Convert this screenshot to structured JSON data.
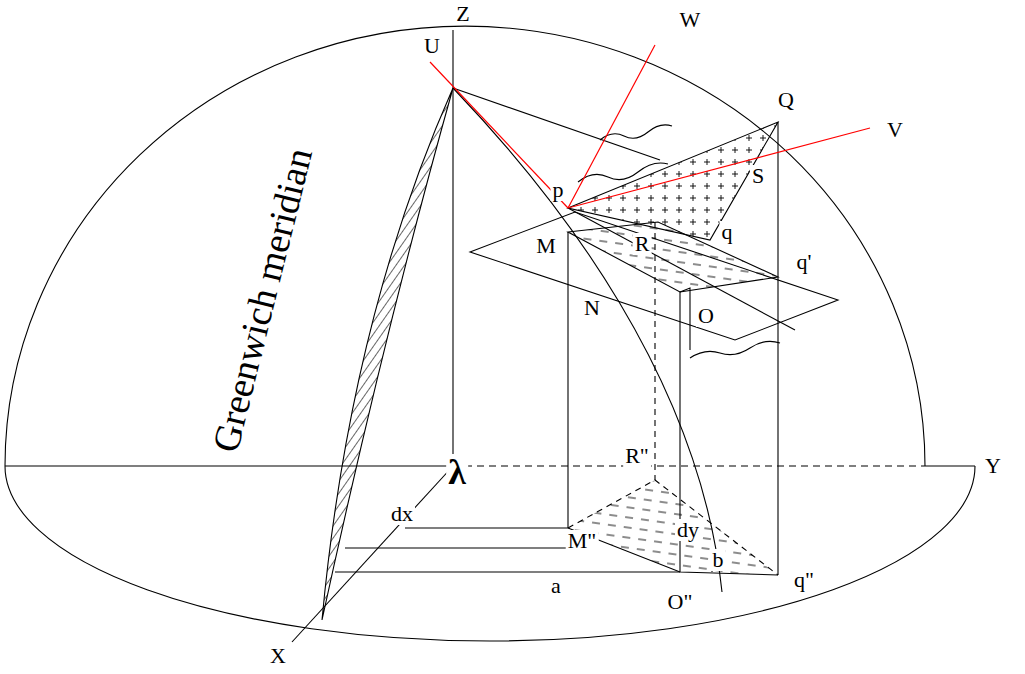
{
  "diagram": {
    "labels": [
      "Z",
      "U",
      "W",
      "S",
      "Q",
      "V",
      "p",
      "R",
      "q",
      "M",
      "N",
      "q'",
      "O",
      "Greenwich meridian",
      "dy",
      "Y",
      "R\"",
      "λ",
      "dx",
      "M\"",
      "b",
      "q\"",
      "a",
      "O\"",
      "X"
    ]
  }
}
